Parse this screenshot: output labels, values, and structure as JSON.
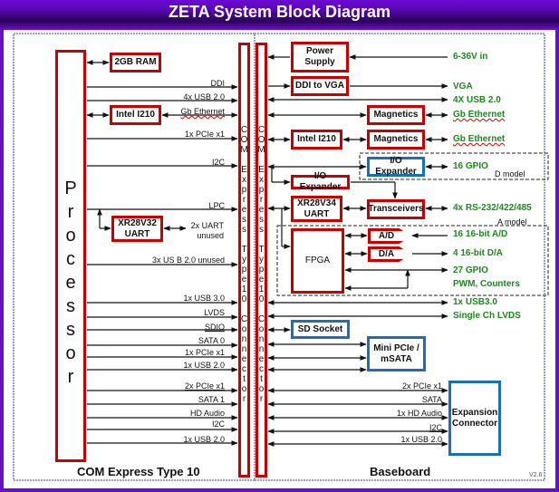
{
  "title": "ZETA System Block Diagram",
  "sections": {
    "com_express": "COM Express Type 10",
    "baseboard": "Baseboard",
    "version": "V2.6"
  },
  "processor": {
    "label": "Processor"
  },
  "connector_label": "COM Express Type10 Connector",
  "com_side": {
    "ram": "2GB RAM",
    "intel": "Intel I210",
    "uart": "XR28V32 UART",
    "uart_out": [
      "2x UART",
      "unused"
    ],
    "signals": {
      "ddi": "DDI",
      "usb4": "4x USB 2.0",
      "gbe": "Gb Ethernet",
      "pcie1": "1x PCIe x1",
      "i2c": "I2C",
      "lpc": "LPC",
      "usb3unused": "3x US B 2.0 unused",
      "usb30": "1x USB 3.0",
      "lvds": "LVDS",
      "sdio": "SDIO",
      "sata0": "SATA 0",
      "pcie1b": "1x PCIe x1",
      "usb20a": "1x USB 2.0",
      "pcie2": "2x PCIe x1",
      "sata1": "SATA 1",
      "hda": "HD Audio",
      "i2c2": "I2C",
      "usb20b": "1x USB 2.0"
    }
  },
  "base_side": {
    "power_supply": "Power Supply",
    "ddi_vga": "DDI to VGA",
    "magnetics1": "Magnetics",
    "intel": "Intel I210",
    "magnetics2": "Magnetics",
    "io_expander_d": "I/O Expander",
    "io_expander": "I/O Expander",
    "uart": "XR28V34 UART",
    "transceivers": "Transceivers",
    "fpga": "FPGA",
    "ad": "A/D",
    "da": "D/A",
    "sd_socket": "SD Socket",
    "mini_pcie": "Mini PCIe / mSATA",
    "expansion": "Expansion Connector",
    "d_model": "D model",
    "a_model": "A model",
    "exp_signals": {
      "pcie2": "2x PCIe x1",
      "sata": "SATA",
      "hda": "1x HD Audio",
      "i2c": "I2C",
      "usb": "1x USB 2.0"
    }
  },
  "outputs": {
    "power_in": "6-36V in",
    "vga": "VGA",
    "usb4": "4X USB 2.0",
    "gbe1": "Gb Ethernet",
    "gbe2": "Gb Ethernet",
    "gpio16": "16 GPIO",
    "serial": "4x RS-232/422/485",
    "ad": "16 16-bit A/D",
    "da": "4 16-bit D/A",
    "gpio27": "27 GPIO",
    "pwm": "PWM, Counters",
    "usb30": "1x USB3.0",
    "lvds": "Single Ch LVDS"
  },
  "colors": {
    "frame": "#6a0fc8",
    "red_box": "#c80000",
    "blue_box": "#1a70b8",
    "green_text": "#1a8a1a"
  }
}
